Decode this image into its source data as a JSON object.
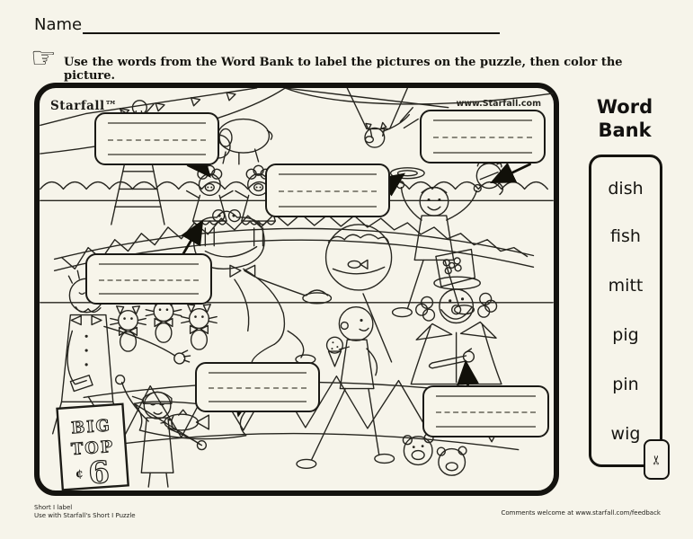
{
  "page": {
    "paper_color": "#f6f4ea",
    "ink_color": "#1d1c18",
    "name_label": "Name",
    "pointing_hand_icon": "☞",
    "instruction": "Use the words from the Word Bank to label the pictures on the puzzle, then color the picture."
  },
  "puzzle": {
    "brand": "Starfall™",
    "website": "www.Starfall.com",
    "sign": {
      "line1": "BIG",
      "line2": "TOP",
      "cent": "¢",
      "number": "6"
    },
    "answer_boxes": [
      {
        "points_to": "wig"
      },
      {
        "points_to": "dish"
      },
      {
        "points_to": "mitt"
      },
      {
        "points_to": "pig"
      },
      {
        "points_to": "fish"
      },
      {
        "points_to": "pin"
      }
    ]
  },
  "word_bank": {
    "title_lines": [
      "Word",
      "Bank"
    ],
    "words": [
      "dish",
      "fish",
      "mitt",
      "pig",
      "pin",
      "wig"
    ],
    "scissors_icon": "✂"
  },
  "footer": {
    "left_line1": "Short I label",
    "left_line2": "Use with Starfall's Short I Puzzle",
    "right": "Comments welcome at www.starfall.com/feedback"
  }
}
